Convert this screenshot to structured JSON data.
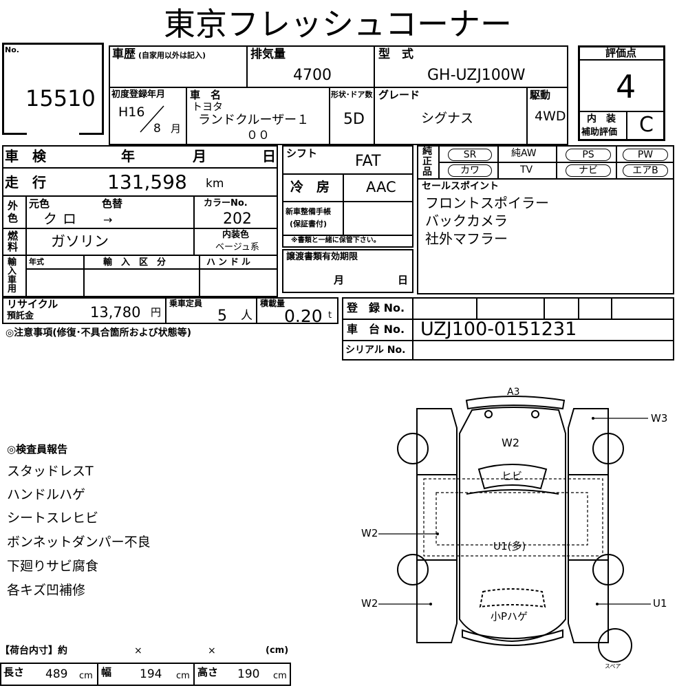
{
  "header": {
    "title": "東京フレッシュコーナー"
  },
  "stock": {
    "no_label": "No.",
    "number": "15510"
  },
  "history": {
    "label": "車歴",
    "note": "(自家用以外は記入)"
  },
  "displacement": {
    "label": "排気量",
    "value": "4700"
  },
  "model": {
    "label": "型　式",
    "value": "GH-UZJ100W"
  },
  "score": {
    "label": "評価点",
    "value": "4",
    "interior_label_1": "内　装",
    "interior_label_2": "補助評価",
    "interior_value": "C"
  },
  "registration": {
    "label": "初度登録年月",
    "era": "H16",
    "month": "8",
    "month_unit": "月"
  },
  "car_name": {
    "label": "車　名",
    "maker": "トヨタ",
    "name": "ランドクルーザー１",
    "name2": "００"
  },
  "doors": {
    "label": "形状･ドア数",
    "value": "5D"
  },
  "grade": {
    "label": "グレード",
    "value": "シグナス"
  },
  "drive": {
    "label": "駆動",
    "value": "4WD"
  },
  "inspection": {
    "label": "車　検",
    "year": "年",
    "month": "月",
    "day": "日"
  },
  "shift": {
    "label": "シフト",
    "value": "FAT"
  },
  "equipment": {
    "label": "純正品",
    "items": [
      "SR",
      "純AW",
      "PS",
      "PW",
      "カワ",
      "TV",
      "ナビ",
      "エアB"
    ]
  },
  "mileage": {
    "label": "走　行",
    "value": "131,598",
    "unit": "km"
  },
  "aircon": {
    "label": "冷　房",
    "value": "AAC"
  },
  "sales_points": {
    "label": "セールスポイント",
    "items": [
      "フロントスポイラー",
      "バックカメラ",
      "社外マフラー"
    ]
  },
  "color": {
    "side_label": "外色",
    "orig_label": "元色",
    "change_label": "色替",
    "orig_value": "クロ",
    "arrow": "→",
    "color_no_label": "カラーNo.",
    "color_no": "202"
  },
  "maintenance": {
    "label_1": "新車整備手帳",
    "label_2": "(保証書付)",
    "note": "※書類と一緒に保管下さい。"
  },
  "fuel": {
    "label": "燃料",
    "value": "ガソリン",
    "interior_color_label": "内装色",
    "interior_color": "ベージュ系"
  },
  "import": {
    "side_label": "輸入車用",
    "year_label": "年式",
    "type_label": "輸　入　区　分",
    "handle_label": "ハンドル"
  },
  "transfer": {
    "label": "譲渡書類有効期限",
    "month": "月",
    "day": "日"
  },
  "recycle": {
    "label_1": "リサイクル",
    "label_2": "預託金",
    "value": "13,780",
    "unit": "円"
  },
  "capacity": {
    "label": "乗車定員",
    "value": "5",
    "unit": "人"
  },
  "load": {
    "label": "積載量",
    "value": "0.20",
    "unit": "t"
  },
  "reg_no": {
    "label": "登　録 No."
  },
  "chassis": {
    "label": "車　台 No.",
    "value": "UZJ100-0151231"
  },
  "serial": {
    "label": "シリアル No."
  },
  "notes": {
    "label": "◎注意事項(修復･不具合箇所および状態等)"
  },
  "inspector": {
    "label": "◎検査員報告",
    "items": [
      "スタッドレスT",
      "ハンドルハゲ",
      "シートスレヒビ",
      "ボンネットダンパー不良",
      "下廻りサビ腐食",
      "各キズ凹補修"
    ]
  },
  "cargo": {
    "label": "【荷台内寸】約",
    "x1": "×",
    "x2": "×",
    "unit_note": "(cm)",
    "length_label": "長さ",
    "length": "489",
    "width_label": "幅",
    "width": "194",
    "height_label": "高さ",
    "height": "190",
    "cm": "cm"
  },
  "diagram": {
    "a3": "A3",
    "w3": "W3",
    "w2_top": "W2",
    "hibi": "ヒビ",
    "w2_left": "W2",
    "u1_mid": "U1(多)",
    "w2_bottom": "W2",
    "u1_right": "U1",
    "small_p": "小Pハゲ",
    "spare": "スペア"
  }
}
